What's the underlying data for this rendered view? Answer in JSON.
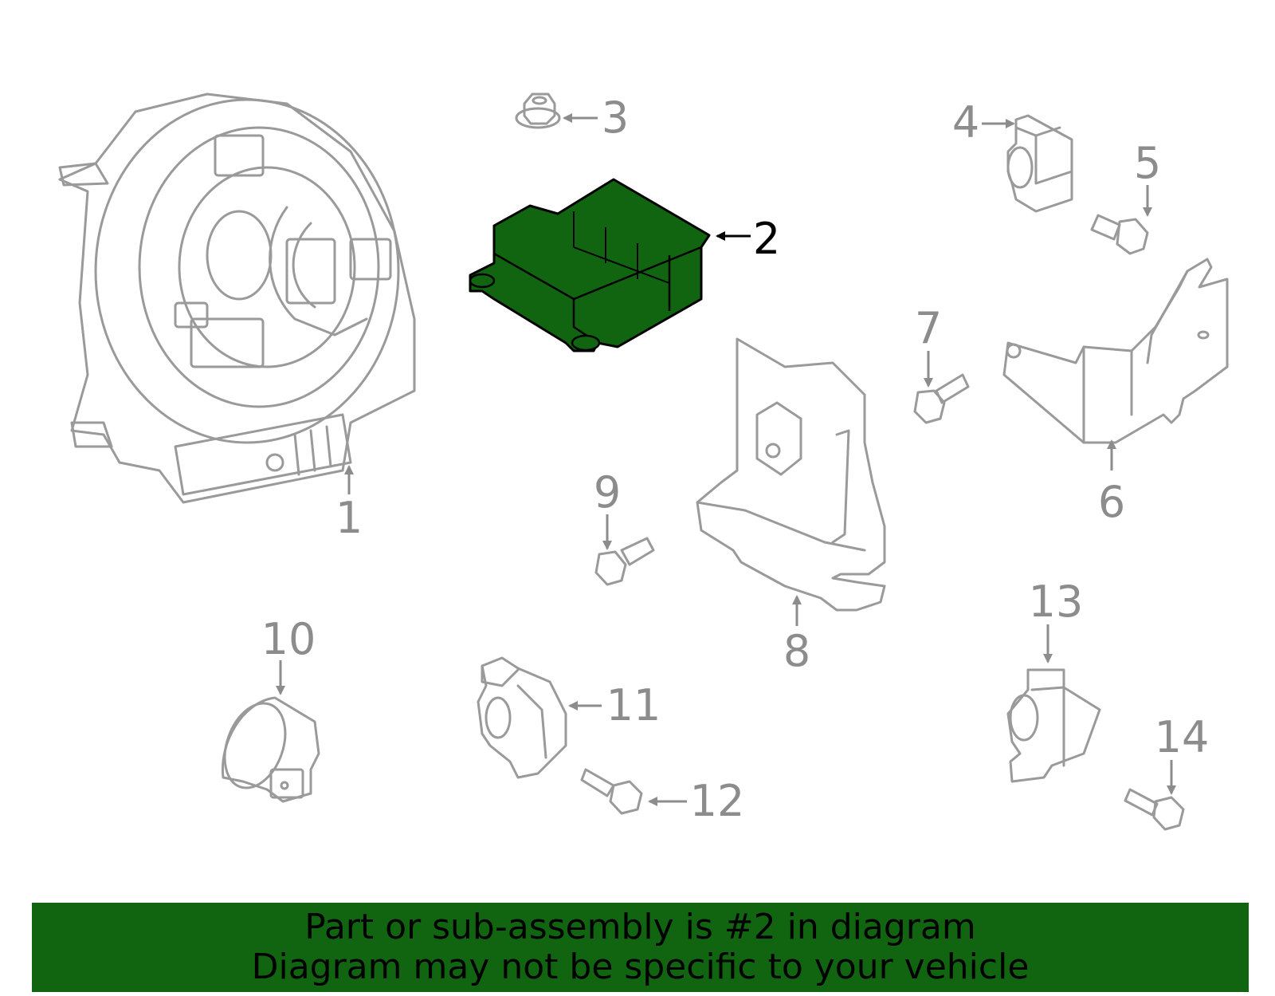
{
  "callouts": {
    "c1": "1",
    "c2": "2",
    "c3": "3",
    "c4": "4",
    "c5": "5",
    "c6": "6",
    "c7": "7",
    "c8": "8",
    "c9": "9",
    "c10": "10",
    "c11": "11",
    "c12": "12",
    "c13": "13",
    "c14": "14"
  },
  "highlight_part": "2",
  "colors": {
    "highlight_fill": "#116410",
    "banner_bg": "#116410",
    "part_outline": "#9a9a9a"
  },
  "banner": {
    "line1": "Part or sub-assembly is #2 in diagram",
    "line2": "Diagram may not be specific to your vehicle"
  }
}
